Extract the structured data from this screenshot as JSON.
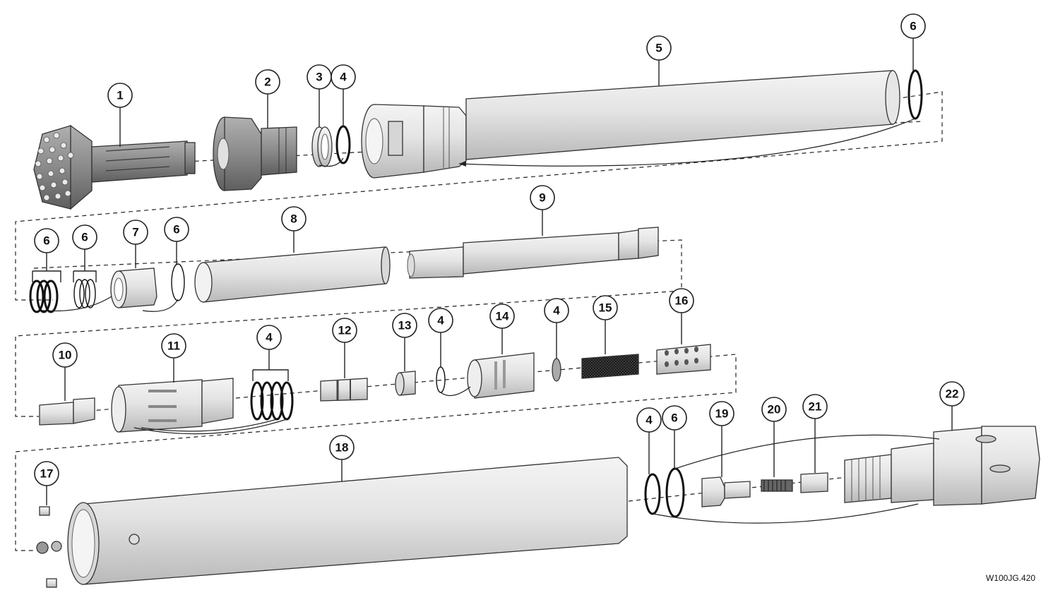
{
  "callouts": [
    "1",
    "2",
    "3",
    "4",
    "5",
    "6",
    "6",
    "6",
    "7",
    "6",
    "8",
    "9",
    "10",
    "11",
    "4",
    "12",
    "13",
    "4",
    "14",
    "4",
    "15",
    "16",
    "17",
    "18",
    "4",
    "6",
    "19",
    "20",
    "21",
    "22"
  ],
  "document_code": "W100JG.420",
  "colors": {
    "part_fill": "#e6e6e6",
    "part_shade": "#bdbdbd",
    "dark_part": "#8c8c8c",
    "outline": "#333333"
  }
}
